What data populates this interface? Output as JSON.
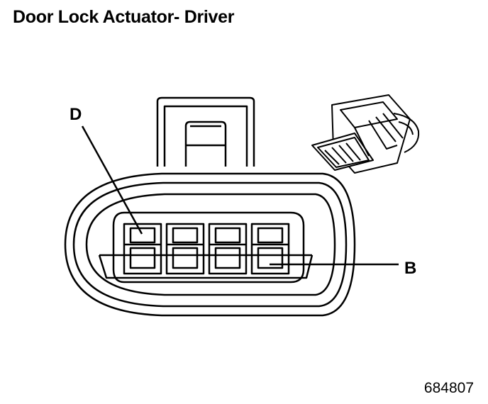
{
  "title": "Door Lock Actuator- Driver",
  "figure_id": "684807",
  "callouts": {
    "d": "D",
    "b": "B"
  },
  "connector": {
    "cavity_count": 4,
    "colors": {
      "line": "#000000",
      "fill": "#ffffff"
    }
  }
}
